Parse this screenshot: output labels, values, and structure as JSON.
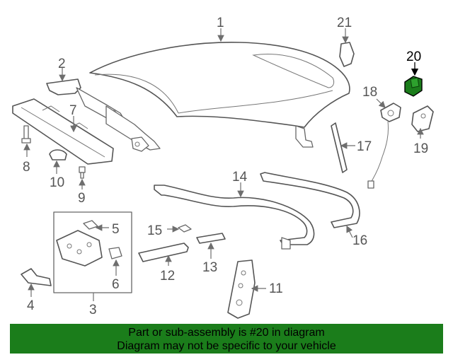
{
  "highlight_color": "#1b7d1b",
  "callouts": {
    "c1": "1",
    "c2": "2",
    "c3": "3",
    "c4": "4",
    "c5": "5",
    "c6": "6",
    "c7": "7",
    "c8": "8",
    "c9": "9",
    "c10": "10",
    "c11": "11",
    "c12": "12",
    "c13": "13",
    "c14": "14",
    "c15": "15",
    "c16": "16",
    "c17": "17",
    "c18": "18",
    "c19": "19",
    "c20": "20",
    "c21": "21"
  },
  "footer": {
    "line1": "Part or sub-assembly is #20 in diagram",
    "line2": "Diagram may not be specific to your vehicle"
  }
}
